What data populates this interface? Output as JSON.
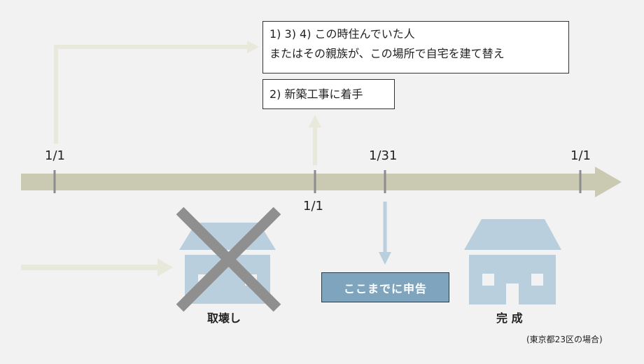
{
  "callouts": {
    "box1_line1": "1) 3) 4)  この時住んでいた人",
    "box1_line2": "またはその親族が、この場所で自宅を建て替え",
    "box2": "2)  新築工事に着手"
  },
  "timeline": {
    "tick_start": "1/1",
    "tick_mid": "1/1",
    "tick_deadline": "1/31",
    "tick_end": "1/1"
  },
  "deadline_label": "ここまでに申告",
  "captions": {
    "demolished": "取壊し",
    "completed": "完 成"
  },
  "note": "(東京都23区の場合)",
  "icons": {
    "demolished": "house-crossed-out-icon",
    "completed": "house-icon"
  },
  "colors": {
    "background": "#f2f2f2",
    "timeline": "#c9cab1",
    "tick": "#8a8c8f",
    "pale_arrow": "#e8e9da",
    "house": "#b9cfdd",
    "cross": "#8f8f8f",
    "deadline_box": "#7ea5bd"
  }
}
